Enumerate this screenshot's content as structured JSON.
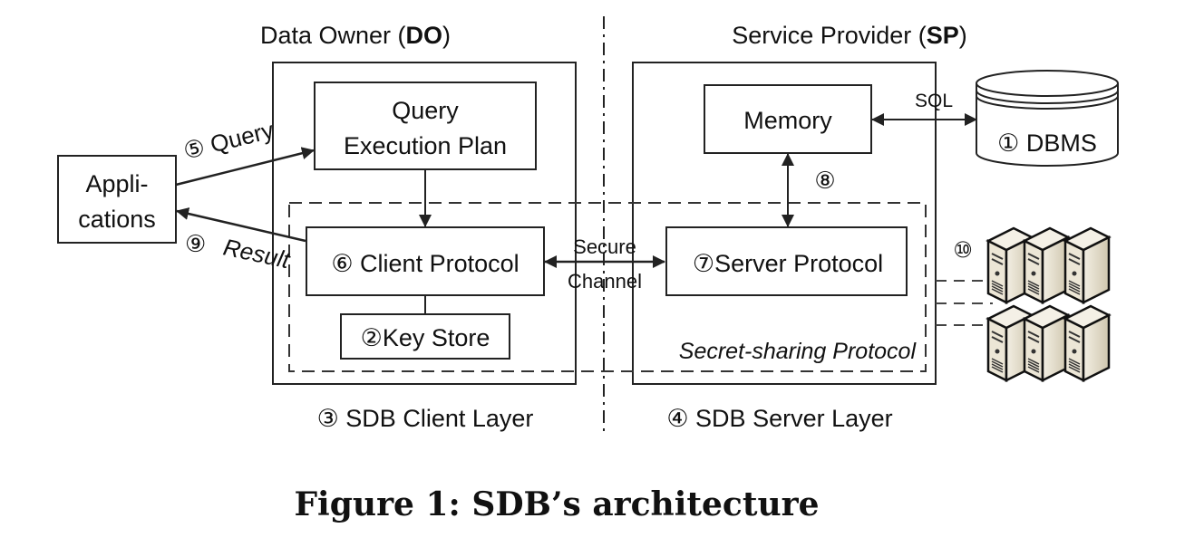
{
  "headers": {
    "data_owner": "Data Owner (",
    "data_owner_bold": "DO",
    "data_owner_end": ")",
    "service_provider": "Service Provider (",
    "service_provider_bold": "SP",
    "service_provider_end": ")"
  },
  "nodes": {
    "applications_line1": "Appli-",
    "applications_line2": "cations",
    "qep_line1": "Query",
    "qep_line2": "Execution Plan",
    "client_protocol": "⑥ Client Protocol",
    "key_store": "②Key Store",
    "memory": "Memory",
    "server_protocol": "⑦Server Protocol",
    "dbms": "① DBMS",
    "servers_marker": "⑩"
  },
  "edges": {
    "query": "⑤ Query",
    "result_num": "⑨",
    "result": "Result",
    "secure": "Secure",
    "channel": "Channel",
    "sql": "SQL",
    "mem_server_marker": "⑧"
  },
  "regions": {
    "secret_sharing": "Secret-sharing Protocol",
    "client_layer": "③  SDB Client Layer",
    "server_layer": "④  SDB Server Layer"
  },
  "caption": "Figure 1: SDB’s architecture",
  "colors": {
    "stroke": "#222222",
    "server_body": "#e3dccb",
    "server_side": "#c9bfa3"
  }
}
